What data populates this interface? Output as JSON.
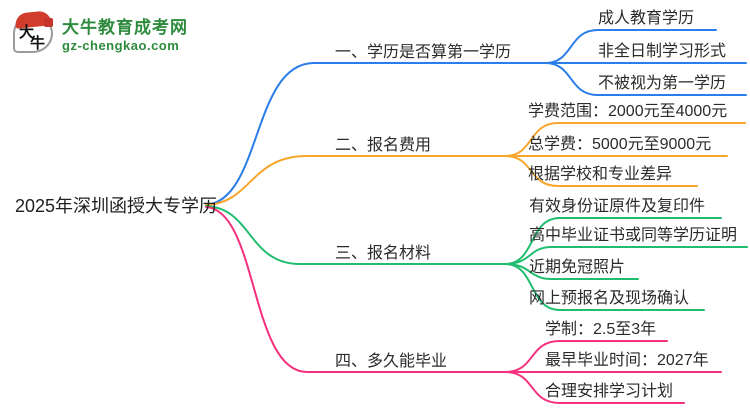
{
  "logo": {
    "icon_text_top": "大",
    "icon_text_bottom": "牛",
    "site_name": "大牛教育成考网",
    "site_url": "gz-chengkao.com",
    "brand_color": "#2e8b3d"
  },
  "mindmap": {
    "root": "2025年深圳函授大专学历",
    "branches": [
      {
        "label": "一、学历是否算第一学历",
        "color": "#2b7de9",
        "children": [
          "成人教育学历",
          "非全日制学习形式",
          "不被视为第一学历"
        ]
      },
      {
        "label": "二、报名费用",
        "color": "#f7a52b",
        "children": [
          "学费范围：2000元至4000元",
          "总学费：5000元至9000元",
          "根据学校和专业差异"
        ]
      },
      {
        "label": "三、报名材料",
        "color": "#1fbe6e",
        "children": [
          "有效身份证原件及复印件",
          "高中毕业证书或同等学历证明",
          "近期免冠照片",
          "网上预报名及现场确认"
        ]
      },
      {
        "label": "四、多久能毕业",
        "color": "#f5317f",
        "children": [
          "学制：2.5至3年",
          "最早毕业时间：2027年",
          "合理安排学习计划"
        ]
      }
    ]
  }
}
